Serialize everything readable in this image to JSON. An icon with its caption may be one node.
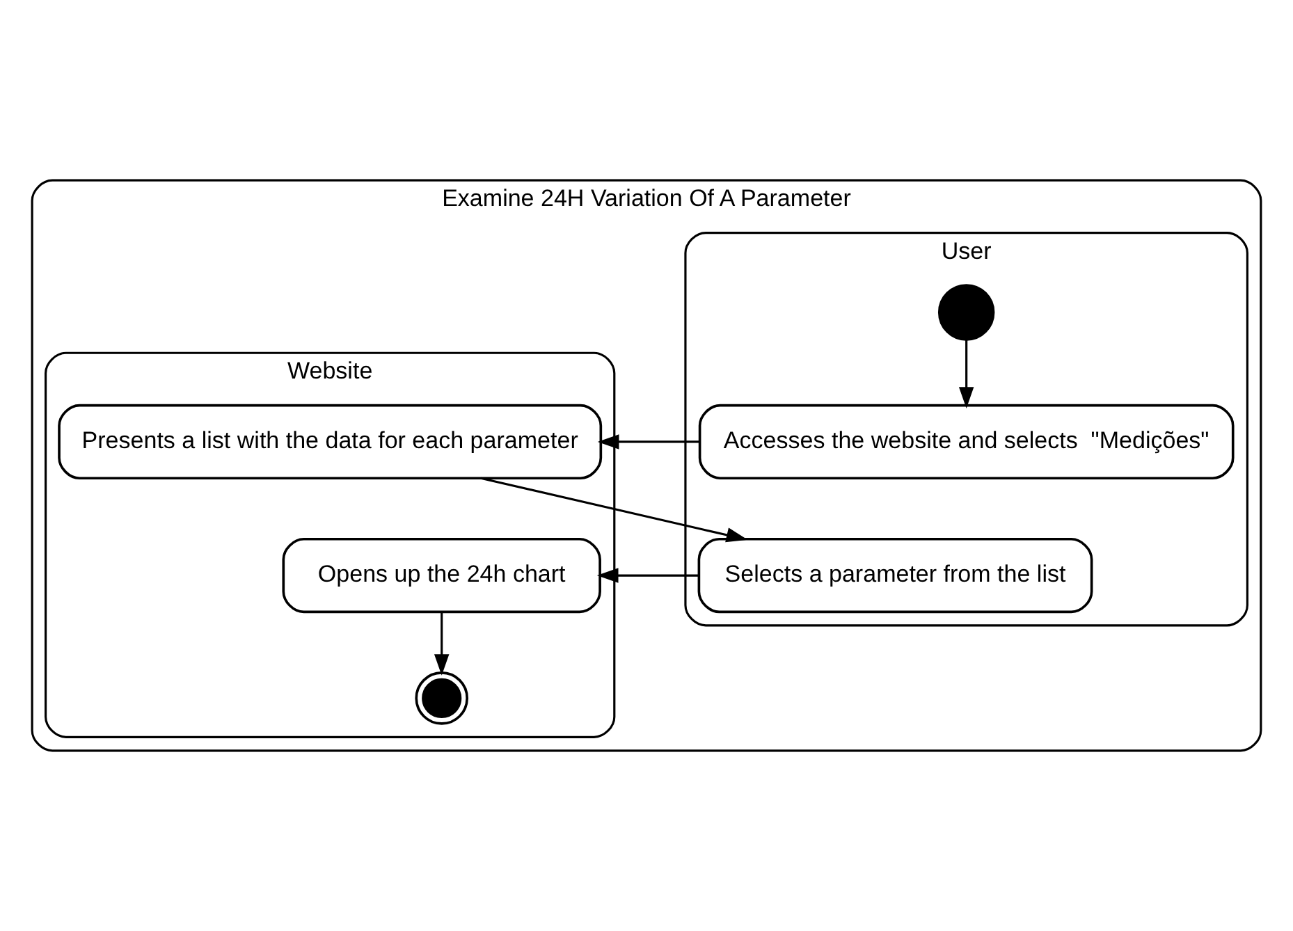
{
  "diagram": {
    "nodes": [
      {
        "text": [
          "Examine 24H Variation Of A Parameter"
        ]
      },
      {
        "text": [
          "User"
        ],
        "in": 0
      },
      {
        "text": [
          "Website"
        ],
        "in": 0
      },
      {
        "text": [],
        "shape": "circle",
        "in": 1
      },
      {
        "text": [
          "Accesses the website and selects  \"Medições\""
        ],
        "in": 1
      },
      {
        "text": [
          "Presents a list with the data for each parameter"
        ],
        "in": 2
      },
      {
        "text": [
          "Selects a parameter from the list"
        ],
        "in": 1
      },
      {
        "text": [
          "Opens up the 24h chart"
        ],
        "in": 2
      },
      {
        "text": [],
        "shape": "bullseye",
        "in": 2
      }
    ],
    "edges": [
      {
        "from": 3,
        "to": 4,
        "arrow": "to"
      },
      {
        "from": 4,
        "to": 5,
        "arrow": "to"
      },
      {
        "from": 5,
        "to": 6,
        "arrow": "to"
      },
      {
        "from": 6,
        "to": 7,
        "arrow": "to"
      },
      {
        "from": 7,
        "to": 8,
        "arrow": "to"
      }
    ]
  }
}
